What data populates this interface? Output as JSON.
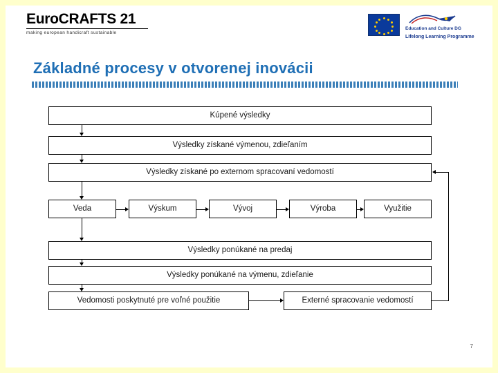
{
  "logo": {
    "name_part1": "Euro",
    "name_part2": "CRAFTS 21",
    "tagline": "making european handicraft sustainable"
  },
  "eu_branding": {
    "flag_alt": "eu-flag-icon",
    "line1": "Education and Culture DG",
    "line2": "Lifelong Learning Programme"
  },
  "title": "Základné procesy v otvorenej inovácii",
  "diagram": {
    "boxes": [
      {
        "id": "bought-results",
        "label": "Kúpené výsledky"
      },
      {
        "id": "exchange-results",
        "label": "Výsledky získané výmenou, zdieľaním"
      },
      {
        "id": "external-processing-results",
        "label": "Výsledky získané po externom spracovaní vedomostí"
      },
      {
        "id": "science",
        "label": "Veda"
      },
      {
        "id": "research",
        "label": "Výskum"
      },
      {
        "id": "development",
        "label": "Vývoj"
      },
      {
        "id": "production",
        "label": "Výroba"
      },
      {
        "id": "usage",
        "label": "Využitie"
      },
      {
        "id": "offered-for-sale",
        "label": "Výsledky ponúkané na predaj"
      },
      {
        "id": "offered-for-exchange",
        "label": "Výsledky ponúkané na výmenu, zdieľanie"
      },
      {
        "id": "knowledge-free-use",
        "label": "Vedomosti poskytnuté pre voľné použitie"
      },
      {
        "id": "external-knowledge-processing",
        "label": "Externé spracovanie vedomostí"
      }
    ]
  },
  "page_number": "7"
}
